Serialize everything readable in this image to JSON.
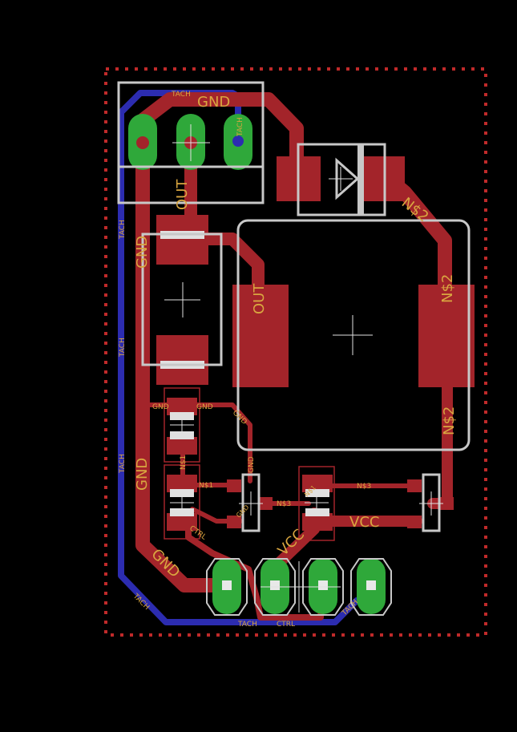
{
  "colors": {
    "background": "#000000",
    "top_copper": "#a3242a",
    "bottom_copper": "#2c2cb0",
    "pad": "#2fa83a",
    "silkscreen": "#c8c8c8",
    "label": "#d9a640",
    "outline": "#c02a2a"
  },
  "labels": {
    "gnd_top": "GND",
    "tach_top": "TACH",
    "tach_pad": "TACH",
    "out_vertical": "OUT",
    "gnd_cap": "GND",
    "out_ic": "OUT",
    "n2_ic": "N$2",
    "n2_diode": "N$2",
    "n2_trace": "N$2",
    "gnd_r1_left": "GND",
    "gnd_r1_right": "GND",
    "gnd_trace_a": "GND",
    "gnd_trace_b": "GND",
    "n1_vertical": "N$1",
    "n1_horizontal": "N$1",
    "n3_left": "N$3",
    "n3_right": "N$3",
    "gnd_left_big": "GND",
    "gnd_diag": "GND",
    "ctrl_diag": "CTRL",
    "vcc_diag": "VCC",
    "vcc_right": "VCC",
    "gnd_small_q": "GND",
    "n1_small_q": "N$1",
    "tach_left_1": "TACH",
    "tach_left_2": "TACH",
    "tach_left_3": "TACH",
    "tach_bottom_diag": "TACH",
    "tach_bottom": "TACH",
    "ctrl_bottom": "CTRL",
    "tach_right_diag": "TACH"
  }
}
